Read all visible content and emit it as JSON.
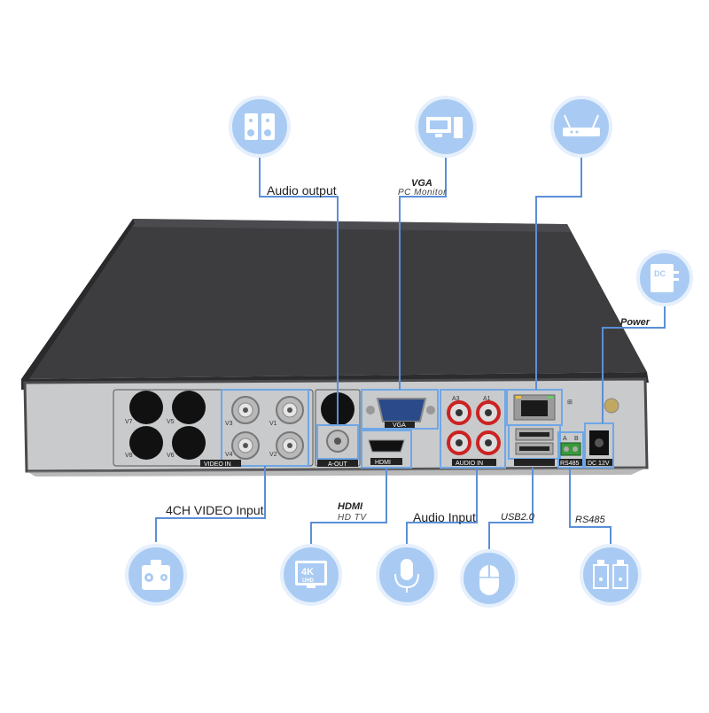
{
  "callouts": {
    "audio_output": "Audio output",
    "vga_title": "VGA",
    "vga_sub": "PC  Monitor",
    "power": "Power",
    "video_input": "4CH VIDEO Input",
    "hdmi_title": "HDMI",
    "hdmi_sub": "HD  TV",
    "audio_input": "Audio Input",
    "usb": "USB2.0",
    "rs485": "RS485"
  },
  "panel": {
    "video_in": "VIDEO IN",
    "a_out": "A-OUT",
    "vga": "VGA",
    "hdmi": "HDMI",
    "audio_in": "AUDIO IN",
    "rs485": "RS485",
    "dc12v": "DC 12V",
    "rs_a": "A",
    "rs_b": "B",
    "v7": "V7",
    "v5": "V5",
    "v8": "V8",
    "v6": "V6",
    "v3": "V3",
    "v1": "V1",
    "v4": "V4",
    "v2": "V2",
    "a3": "A3",
    "a1": "A1"
  },
  "icons": {
    "speaker": "speaker-icon",
    "monitor": "monitor-icon",
    "router": "router-icon",
    "dc_adapter": "dc-adapter-icon",
    "camera": "ptz-camera-icon",
    "tv4k": "4k-uhd-tv-icon",
    "mic": "microphone-icon",
    "mouse": "mouse-icon",
    "rs485_device": "rs485-device-icon"
  },
  "icon_text": {
    "dc": "DC",
    "uk_4k": "4K",
    "uhd": "UHD"
  },
  "colors": {
    "circle_fill": "#a9cbf3",
    "circle_stroke": "#e6f0fc",
    "line": "#5b8fd8",
    "device_top": "#3c3c3e",
    "panel": "#c8c9cb",
    "highlight_box": "#6fa7e6"
  }
}
